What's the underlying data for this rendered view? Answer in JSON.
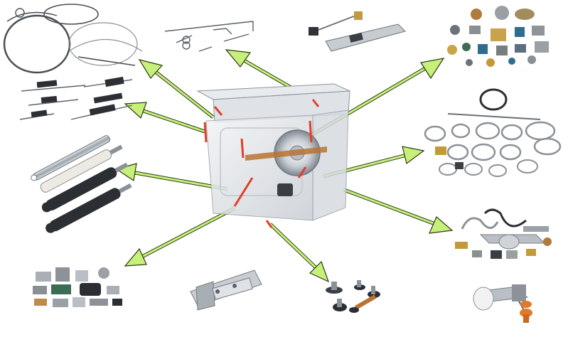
{
  "scene": {
    "description_items": [
      {
        "id": "wires",
        "icon": "wire-springs-icon"
      },
      {
        "id": "rods",
        "icon": "rod-springs-icon"
      },
      {
        "id": "door-hinge",
        "icon": "door-hinge-icon"
      },
      {
        "id": "fasteners",
        "icon": "clip-fasteners-icon"
      },
      {
        "id": "tension-springs",
        "icon": "tension-springs-icon"
      },
      {
        "id": "clamps",
        "icon": "hose-clamps-icon"
      },
      {
        "id": "shock-absorbers",
        "icon": "shock-absorber-icon"
      },
      {
        "id": "brackets",
        "icon": "bent-bracket-icon"
      },
      {
        "id": "small-parts",
        "icon": "stamped-parts-icon"
      },
      {
        "id": "hinge-plate",
        "icon": "hinge-plate-icon"
      },
      {
        "id": "feet",
        "icon": "leveling-feet-icon"
      },
      {
        "id": "roller",
        "icon": "roller-icon"
      }
    ],
    "colors": {
      "arrow_fill": "#c6f07a",
      "arrow_stroke": "#2c3a12",
      "highlight": "#e0402a",
      "metal": "#9aa3ab",
      "dark": "#2a2a2a",
      "copper": "#b87333"
    }
  }
}
